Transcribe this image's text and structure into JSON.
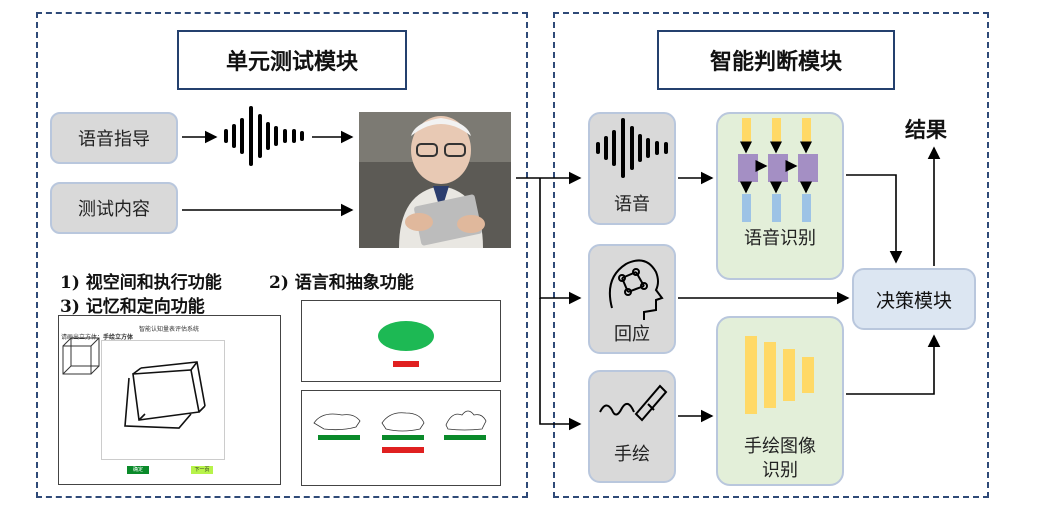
{
  "left_panel": {
    "title": "单元测试模块",
    "voice_guide": "语音指导",
    "test_content": "测试内容",
    "function_1": "1) 视空间和执行功能",
    "function_2": "2) 语言和抽象功能",
    "function_3": "3) 记忆和定向功能",
    "screen_cube": {
      "header_title": "智能认知量表评估系统",
      "task_title": "手绘立方体",
      "reference_label": "请画出立方体：",
      "confirm_button": "确定",
      "next_button": "下一页"
    }
  },
  "right_panel": {
    "title": "智能判断模块",
    "voice_module": "语音",
    "response_module": "回应",
    "drawing_module": "手绘",
    "speech_recognition": "语音识别",
    "drawing_recognition_line1": "手绘图像",
    "drawing_recognition_line2": "识别",
    "decision_module": "决策模块",
    "result": "结果"
  },
  "colors": {
    "panel_border": "#2f4a78",
    "grey_box": "#d9d9d9",
    "green_box": "#e3efd9",
    "blue_box": "#dce6f2",
    "bar_yellow": "#ffd966",
    "bar_blue": "#9dc3e6",
    "bar_purple": "#a48fc4",
    "green_oval": "#1db954",
    "red_button": "#e02020"
  }
}
